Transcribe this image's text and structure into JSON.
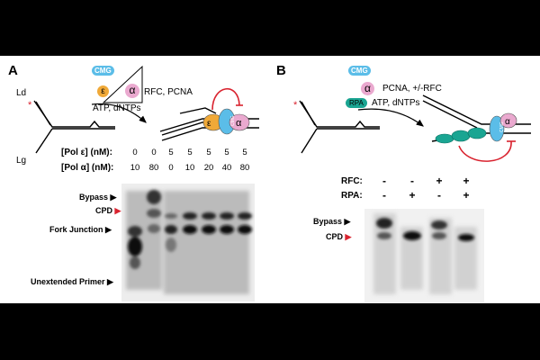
{
  "panelA": {
    "letter": "A",
    "lead_label": "Ld",
    "lag_label": "Lg",
    "cmg": "CMG",
    "epsilon": "ε",
    "alpha": "α",
    "factors": "RFC, PCNA",
    "atp": "ATP, dNTPs",
    "row1_label": "[Pol ε] (nM):",
    "row2_label": "[Pol α] (nM):",
    "row1_values": [
      "0",
      "0",
      "5",
      "5",
      "5",
      "5",
      "5"
    ],
    "row2_values": [
      "10",
      "80",
      "0",
      "10",
      "20",
      "40",
      "80"
    ],
    "markers": [
      "Bypass",
      "CPD",
      "Fork Junction",
      "Unextended Primer"
    ]
  },
  "panelB": {
    "letter": "B",
    "cmg": "CMG",
    "alpha": "α",
    "rpa": "RPA",
    "factors": "PCNA, +/-RFC",
    "atp": "ATP, dNTPs",
    "rfc_label": "RFC:",
    "rpa_label": "RPA:",
    "rfc_values": [
      "-",
      "-",
      "+",
      "+"
    ],
    "rpa_values": [
      "-",
      "+",
      "-",
      "+"
    ],
    "markers": [
      "Bypass",
      "CPD"
    ]
  },
  "colors": {
    "cmg_blue": "#5bbde8",
    "epsilon_orange": "#f0a938",
    "alpha_pink": "#eaa9cf",
    "rpa_teal": "#1aa592",
    "red_accent": "#d9232f"
  }
}
